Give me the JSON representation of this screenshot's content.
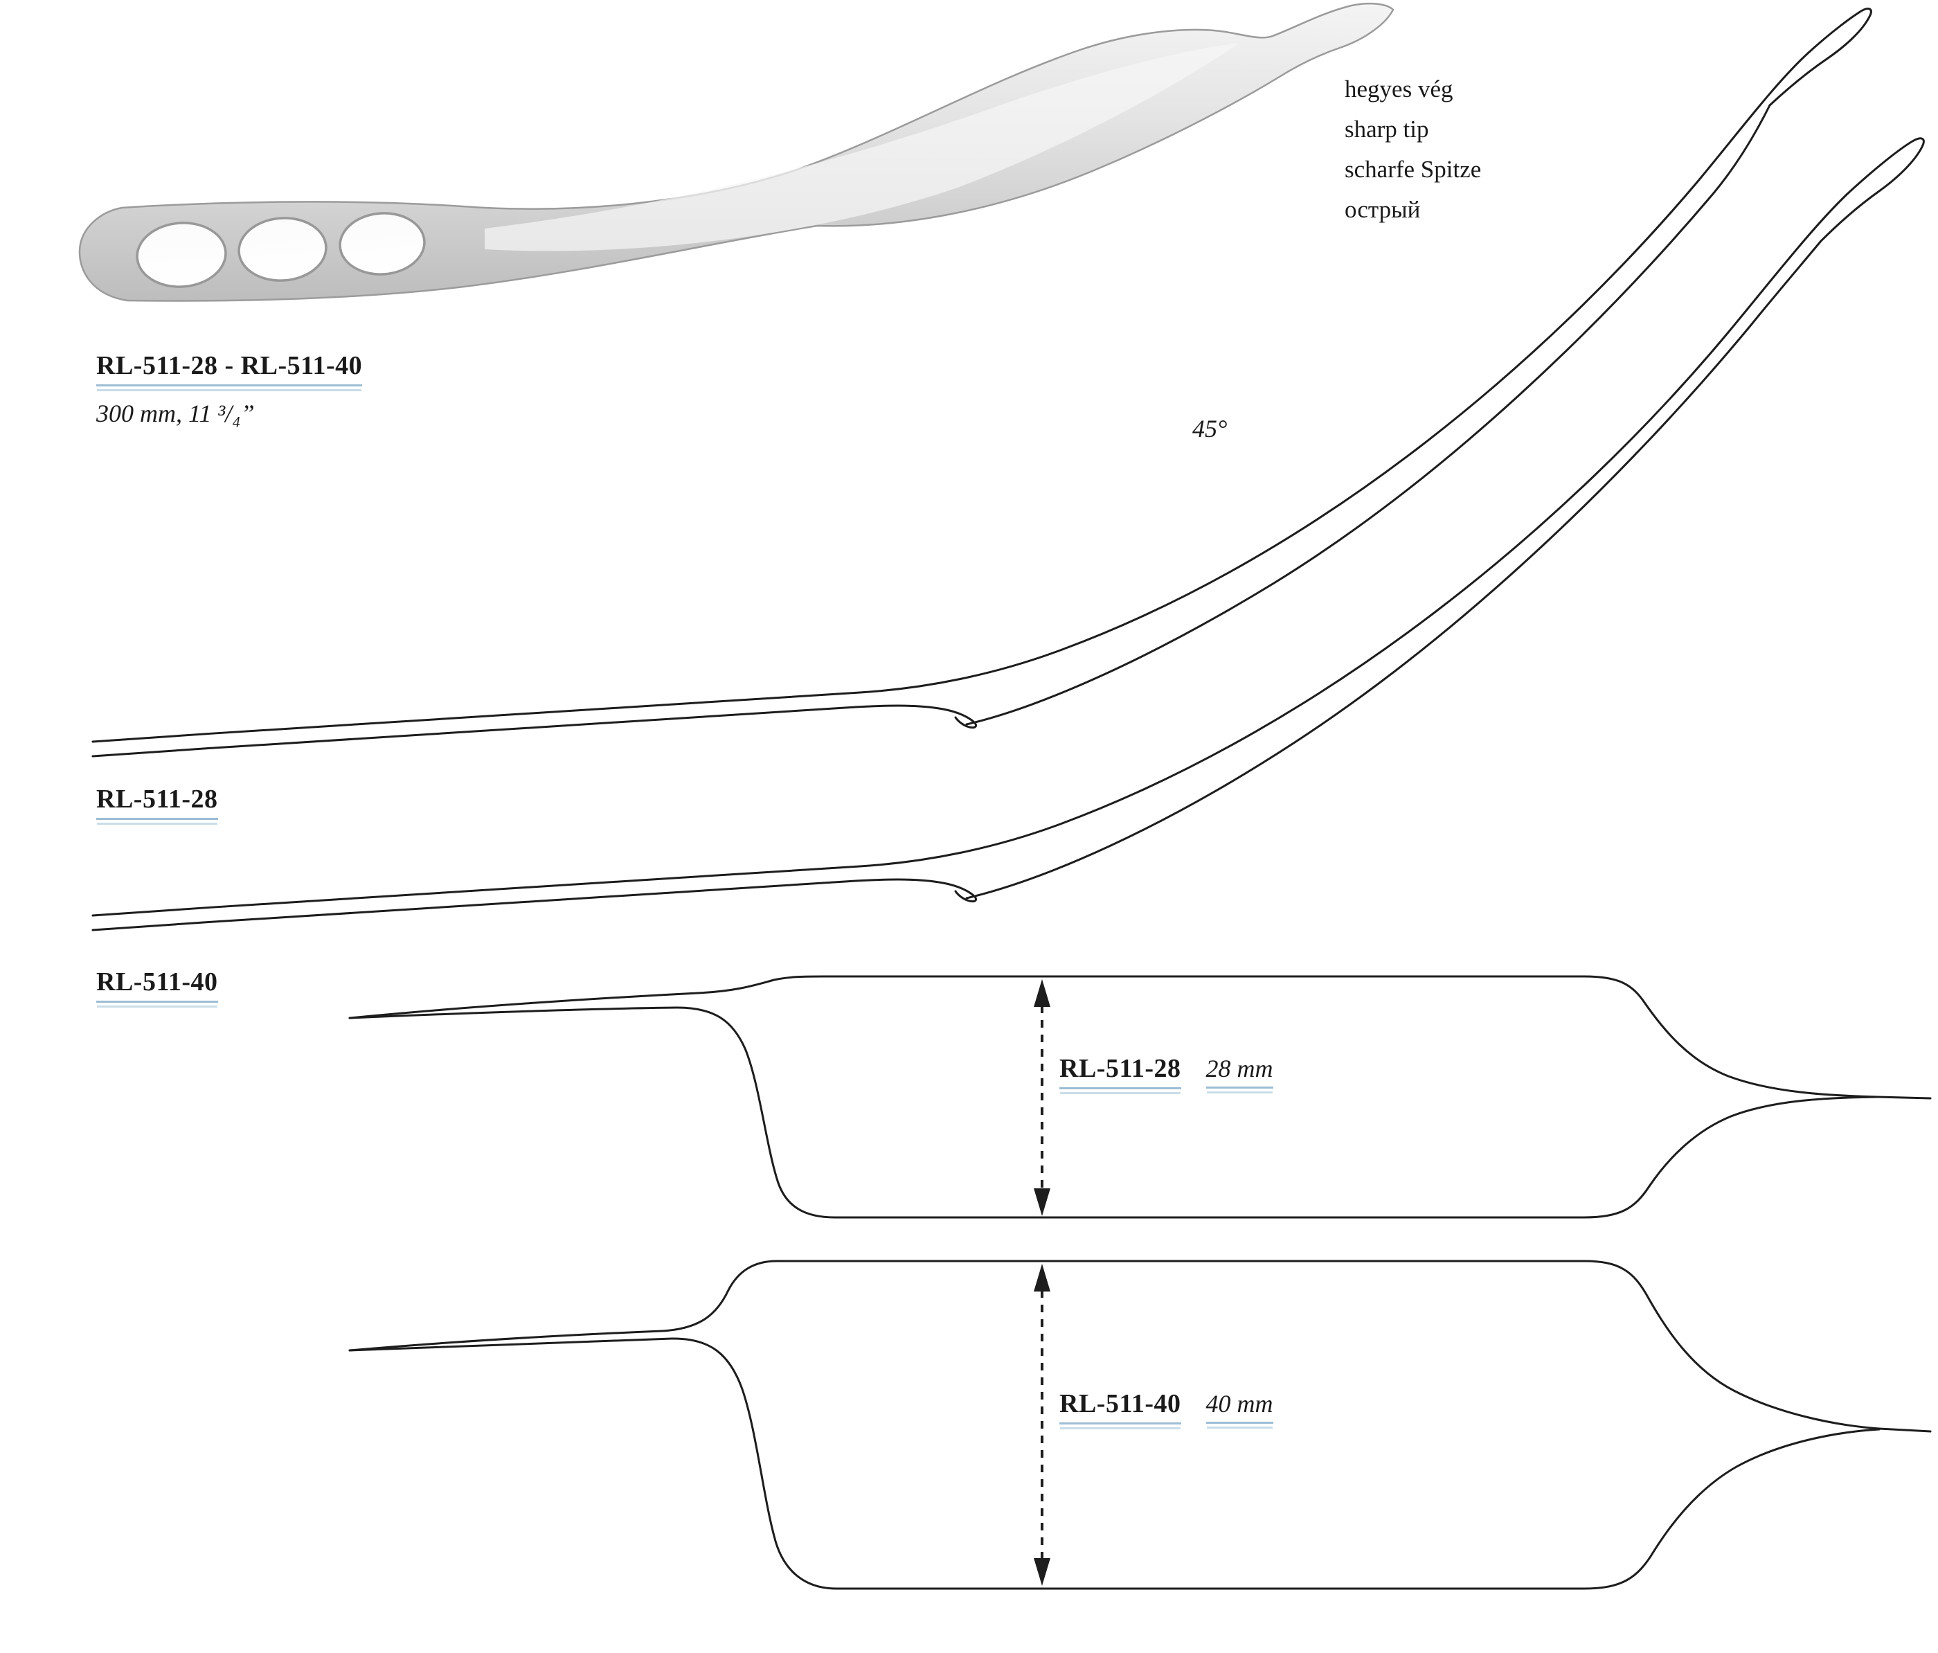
{
  "page": {
    "background": "#ffffff"
  },
  "colors": {
    "ink": "#1a1a1a",
    "line": "#1d1d1d",
    "underline_dark": "#9cbdd4",
    "underline_light": "#c9dde9",
    "metal_light": "#f2f2f2",
    "metal_dark": "#bfbfbf"
  },
  "header": {
    "code_range": "RL-511-28 - RL-511-40",
    "size": "300 mm, 11 ³/₄”"
  },
  "tip_note": {
    "lines": [
      "hegyes vég",
      "sharp tip",
      "scharfe Spitze",
      "острый"
    ]
  },
  "angle_label": "45°",
  "side_views": [
    {
      "code": "RL-511-28"
    },
    {
      "code": "RL-511-40"
    }
  ],
  "top_views": [
    {
      "code": "RL-511-28",
      "width": "28 mm"
    },
    {
      "code": "RL-511-40",
      "width": "40 mm"
    }
  ]
}
